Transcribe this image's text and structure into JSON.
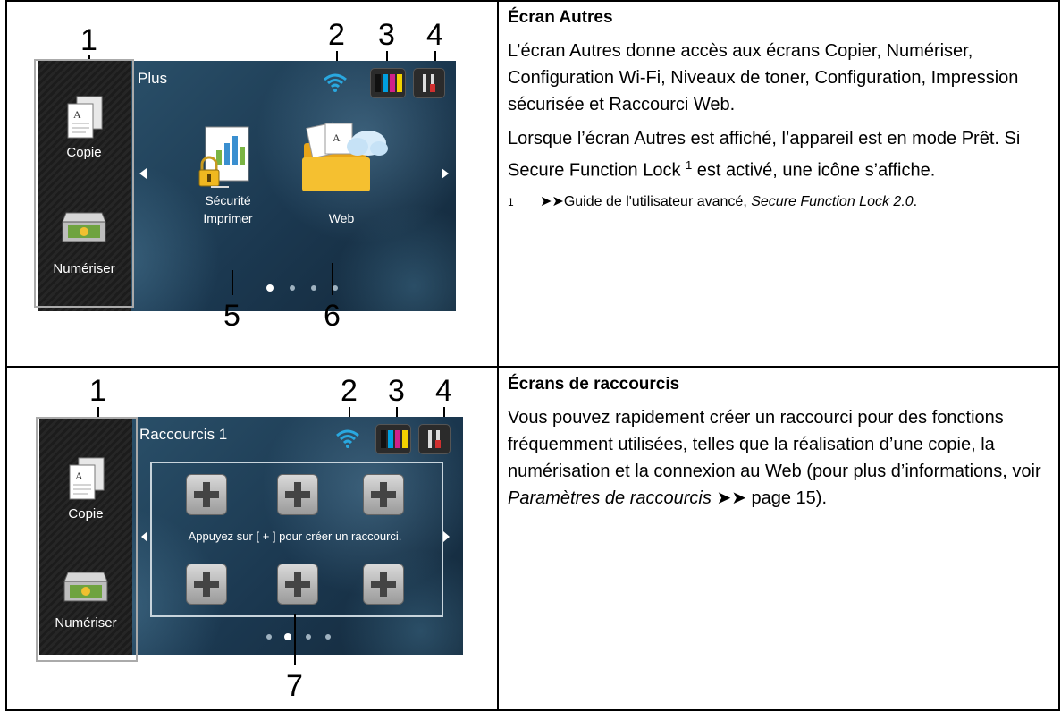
{
  "rows": [
    {
      "screen": {
        "title": "Plus",
        "side_copy": "Copie",
        "side_scan": "Numériser",
        "secure_label_1": "Sécurité",
        "secure_label_2": "Imprimer",
        "web_label": "Web",
        "callouts": [
          "1",
          "2",
          "3",
          "4",
          "5",
          "6"
        ]
      },
      "text": {
        "heading": "Écran Autres",
        "para1": "L’écran Autres donne accès aux écrans Copier, Numériser, Configuration Wi-Fi, Niveaux de toner, Configuration, Impression sécurisée et Raccourci Web.",
        "para2_a": "Lorsque l’écran Autres est affiché, l’appareil est en mode Prêt. Si Secure Function Lock ",
        "para2_sup": "1",
        "para2_b": " est activé, une icône s’affiche.",
        "fn_num": "1",
        "fn_arrows": "➤➤",
        "fn_text": "Guide de l'utilisateur avancé, ",
        "fn_italic": "Secure Function Lock 2.0",
        "fn_end": "."
      }
    },
    {
      "screen": {
        "title": "Raccourcis 1",
        "side_copy": "Copie",
        "side_scan": "Numériser",
        "hint": "Appuyez sur [ + ] pour créer un raccourci.",
        "callouts": [
          "1",
          "2",
          "3",
          "4",
          "7"
        ]
      },
      "text": {
        "heading": "Écrans de raccourcis",
        "para_a": "Vous pouvez rapidement créer un raccourci pour des fonctions fréquemment utilisées, telles que la réalisation d’une copie, la numérisation et la connexion au Web (pour plus d’informations, voir ",
        "para_italic": "Paramètres de raccourcis",
        "para_arrows": "➤➤",
        "para_b": " page 15)."
      }
    }
  ],
  "colors": {
    "wifi": "#29a8e0",
    "ink_k": "#111111",
    "ink_c": "#00a0e0",
    "ink_m": "#d0208a",
    "ink_y": "#f2d200"
  }
}
